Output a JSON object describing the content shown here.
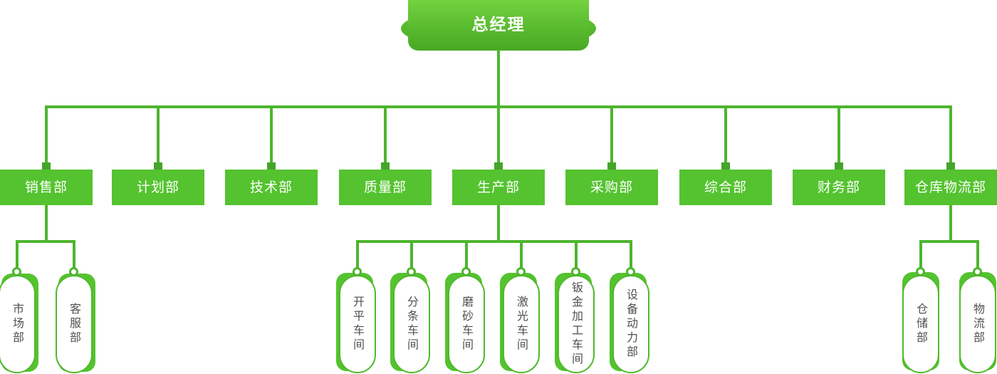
{
  "root": {
    "label": "总经理"
  },
  "departments": [
    {
      "label": "销售部",
      "children": [
        "市场部",
        "客服部"
      ]
    },
    {
      "label": "计划部"
    },
    {
      "label": "技术部"
    },
    {
      "label": "质量部"
    },
    {
      "label": "生产部",
      "children": [
        "开平车间",
        "分条车间",
        "磨砂车间",
        "激光车间",
        "钣金加工车间",
        "设备动力部"
      ]
    },
    {
      "label": "采购部"
    },
    {
      "label": "综合部"
    },
    {
      "label": "财务部"
    },
    {
      "label": "仓库物流部",
      "children": [
        "仓储部",
        "物流部"
      ]
    }
  ],
  "colors": {
    "box-green": "#54c32f",
    "line-green": "#4db52e",
    "marker-green": "#45a42a",
    "pill-border": "#4eba2b",
    "root-grad-top": "#72d23f",
    "root-grad-bottom": "#47a823",
    "pill-text": "#4f4f4f",
    "node-text": "#ffffff"
  }
}
